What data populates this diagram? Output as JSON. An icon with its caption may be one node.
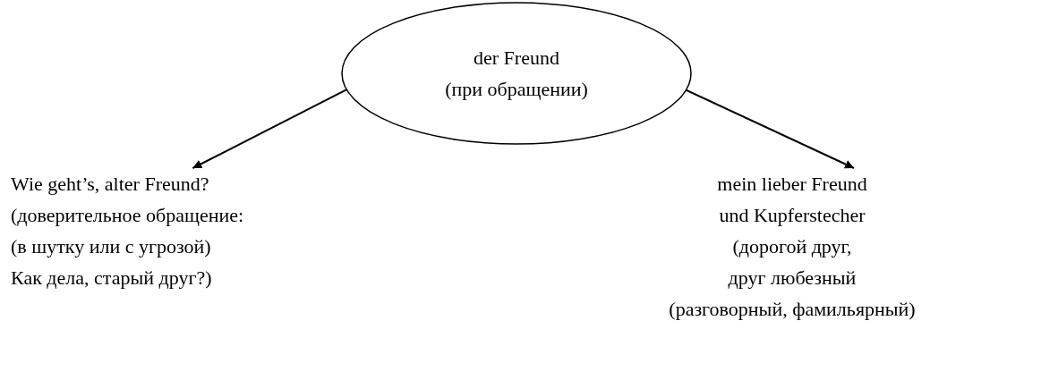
{
  "diagram": {
    "nodes": [
      {
        "text": [
          "der Freund",
          "(при обращении)"
        ]
      },
      {
        "text": [
          "Wie geht’s, alter Freund?",
          "(доверительное обращение:",
          "(в шутку или с угрозой)",
          "Как дела, старый друг?)"
        ]
      },
      {
        "text": [
          "mein lieber Freund",
          "und Kupferstecher",
          "(дорогой друг,",
          "друг любезный",
          "(разговорный, фамильярный)"
        ]
      }
    ],
    "edges": [
      {
        "from": 0,
        "to": 1,
        "arrow": "to"
      },
      {
        "from": 0,
        "to": 2,
        "arrow": "to"
      }
    ]
  }
}
